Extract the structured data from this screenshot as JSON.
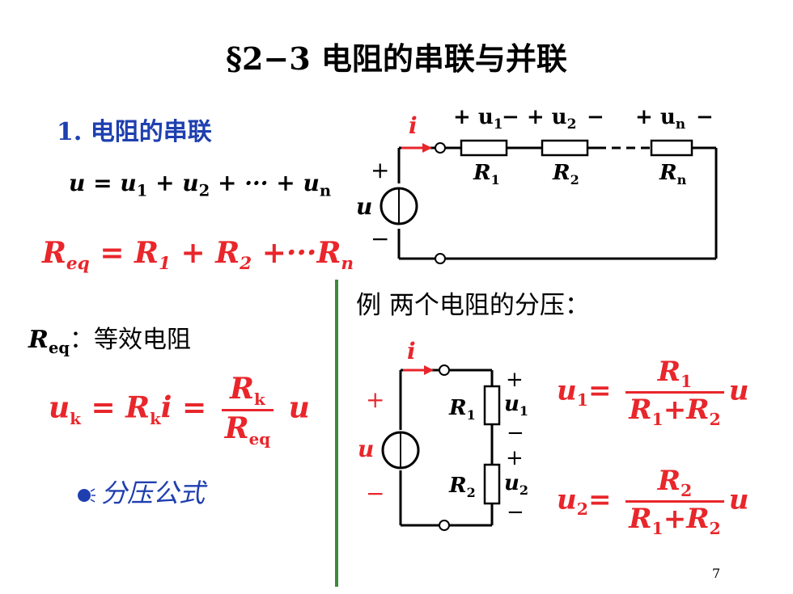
{
  "slide": {
    "title": "§2−3  电阻的串联与并联",
    "page_number": "7"
  },
  "left": {
    "section_heading": "1. 电阻的串联",
    "eq_sum": {
      "lhs": "u",
      "op": "=",
      "t1": "u",
      "s1": "1",
      "plus": "+",
      "t2": "u",
      "s2": "2",
      "dots": "+ ··· +",
      "tn": "u",
      "sn": "n"
    },
    "eq_req": {
      "lhs": "R",
      "lhs_sub": "eq",
      "rhs": "= R",
      "r1sub": "1",
      "mid": " + R",
      "r2sub": "2",
      "tail": " +···R",
      "rnsub": "n"
    },
    "req_def": {
      "sym": "R",
      "sub": "eq",
      "colon": "：",
      "text": "等效电阻"
    },
    "div_formula": {
      "u": "u",
      "usub": "k",
      "eq1": " = R",
      "rksub": "k",
      "i": "i =",
      "num": "R",
      "num_sub": "k",
      "den": "R",
      "den_sub": "eq",
      "tail": "u"
    },
    "keyword": "分压公式"
  },
  "right": {
    "series_circuit": {
      "current": "i",
      "src_plus": "+",
      "src_minus": "−",
      "src_label": "u",
      "volt_labels": [
        "+ u",
        "− + u",
        "−",
        "+ u",
        "−"
      ],
      "v_subs": [
        "1",
        "2",
        "n"
      ],
      "resistors": [
        "R",
        "R",
        "R"
      ],
      "r_subs": [
        "1",
        "2",
        "n"
      ]
    },
    "example_heading": "例  两个电阻的分压：",
    "divider_circuit": {
      "current": "i",
      "src_plus": "+",
      "src_minus": "−",
      "src_label": "u",
      "r1": "R",
      "r1sub": "1",
      "r2": "R",
      "r2sub": "2",
      "u1": "u",
      "u1sub": "1",
      "u2": "u",
      "u2sub": "2",
      "plus": "+",
      "minus": "−"
    },
    "formula_u1": {
      "lhs": "u",
      "lhs_sub": "1",
      "eq": "=",
      "num": "R",
      "num_sub": "1",
      "den_a": "R",
      "den_a_sub": "1",
      "den_plus": "+",
      "den_b": "R",
      "den_b_sub": "2",
      "tail": "u"
    },
    "formula_u2": {
      "lhs": "u",
      "lhs_sub": "2",
      "eq": "=",
      "num": "R",
      "num_sub": "2",
      "den_a": "R",
      "den_a_sub": "1",
      "den_plus": "+",
      "den_b": "R",
      "den_b_sub": "2",
      "tail": "u"
    }
  },
  "colors": {
    "red": "#e8262b",
    "blue": "#1f3fb0",
    "green_divider": "#3c8a3c"
  }
}
